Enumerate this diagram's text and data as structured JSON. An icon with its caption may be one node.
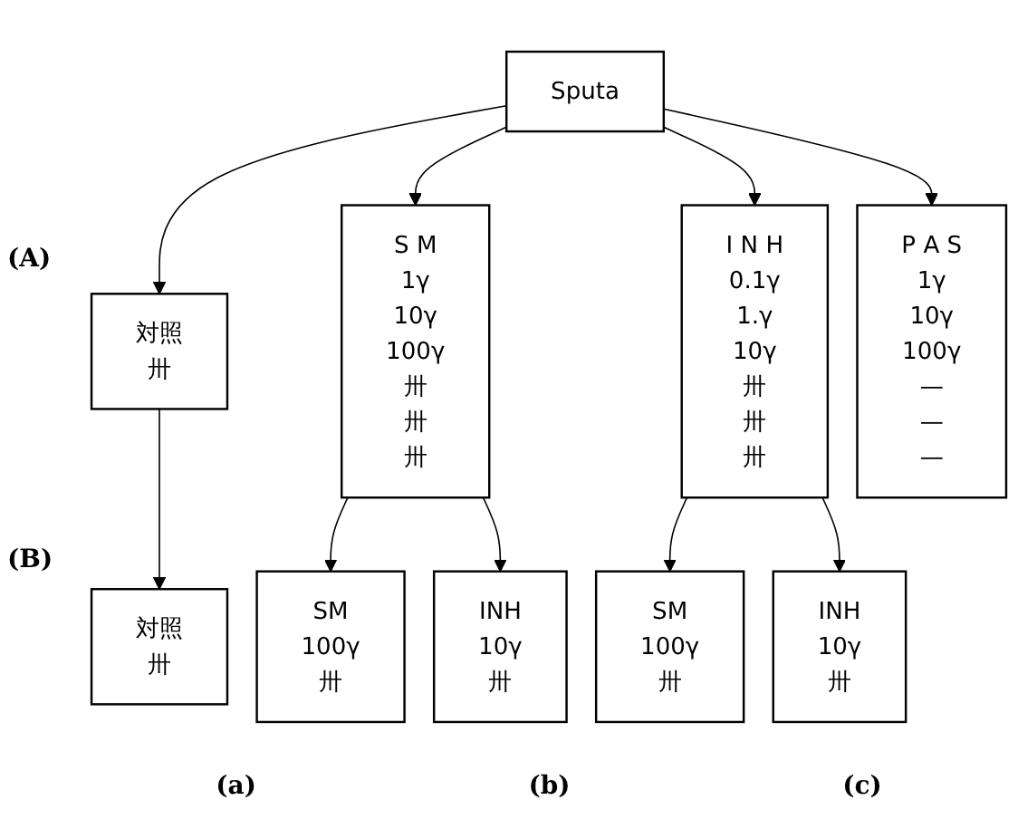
{
  "diagram": {
    "nodes": [
      {
        "text": [
          "Sputa"
        ]
      },
      {
        "text": [
          "対照",
          "卅"
        ]
      },
      {
        "text": [
          "S M",
          "1γ",
          "10γ",
          "100γ",
          "卅",
          "卅",
          "卅"
        ]
      },
      {
        "text": [
          "I N H",
          "0.1γ",
          "1.γ",
          "10γ",
          "卅",
          "卅",
          "卅"
        ]
      },
      {
        "text": [
          "P A S",
          "1γ",
          "10γ",
          "100γ",
          "—",
          "—",
          "—"
        ]
      },
      {
        "text": [
          "対照",
          "卅"
        ]
      },
      {
        "text": [
          "SM",
          "100γ",
          "卅"
        ]
      },
      {
        "text": [
          "INH",
          "10γ",
          "卅"
        ]
      },
      {
        "text": [
          "SM",
          "100γ",
          "卅"
        ]
      },
      {
        "text": [
          "INH",
          "10γ",
          "卅"
        ]
      }
    ],
    "edges": [
      {
        "from": 0,
        "to": 1,
        "arrow": "to"
      },
      {
        "from": 0,
        "to": 2,
        "arrow": "to"
      },
      {
        "from": 0,
        "to": 3,
        "arrow": "to"
      },
      {
        "from": 0,
        "to": 4,
        "arrow": "to"
      },
      {
        "from": 1,
        "to": 5,
        "arrow": "to"
      },
      {
        "from": 2,
        "to": 6,
        "arrow": "to"
      },
      {
        "from": 2,
        "to": 7,
        "arrow": "to"
      },
      {
        "from": 3,
        "to": 8,
        "arrow": "to"
      },
      {
        "from": 3,
        "to": 9,
        "arrow": "to"
      }
    ],
    "labels": [
      "(A)",
      "(B)",
      "(a)",
      "(b)",
      "(c)"
    ]
  }
}
